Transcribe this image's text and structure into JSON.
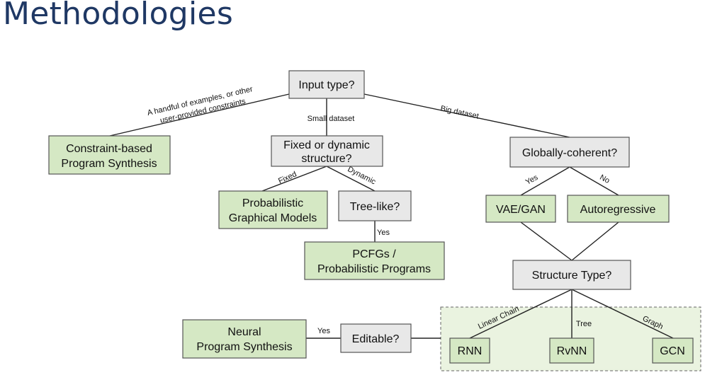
{
  "title": "Methodologies",
  "nodes": {
    "input_type": "Input type?",
    "constraint_1": "Constraint-based",
    "constraint_2": "Program Synthesis",
    "fixed_dyn_1": "Fixed or dynamic",
    "fixed_dyn_2": "structure?",
    "globally": "Globally-coherent?",
    "pgm_1": "Probabilistic",
    "pgm_2": "Graphical Models",
    "tree_like": "Tree-like?",
    "vae_gan": "VAE/GAN",
    "autoreg": "Autoregressive",
    "pcfg_1": "PCFGs /",
    "pcfg_2": "Probabilistic Programs",
    "structure_type": "Structure Type?",
    "neural_1": "Neural",
    "neural_2": "Program Synthesis",
    "editable": "Editable?",
    "rnn": "RNN",
    "rvnn": "RvNN",
    "gcn": "GCN"
  },
  "edges": {
    "handful_1": "A handful of examples, or other",
    "handful_2": "user-provided constraints",
    "small": "Small dataset",
    "big": "Big dataset",
    "fixed": "Fixed",
    "dynamic": "Dynamic",
    "yes_tree": "Yes",
    "yes_glob": "Yes",
    "no_glob": "No",
    "linear_chain": "Linear Chain",
    "tree": "Tree",
    "graph": "Graph",
    "yes_edit": "Yes"
  }
}
